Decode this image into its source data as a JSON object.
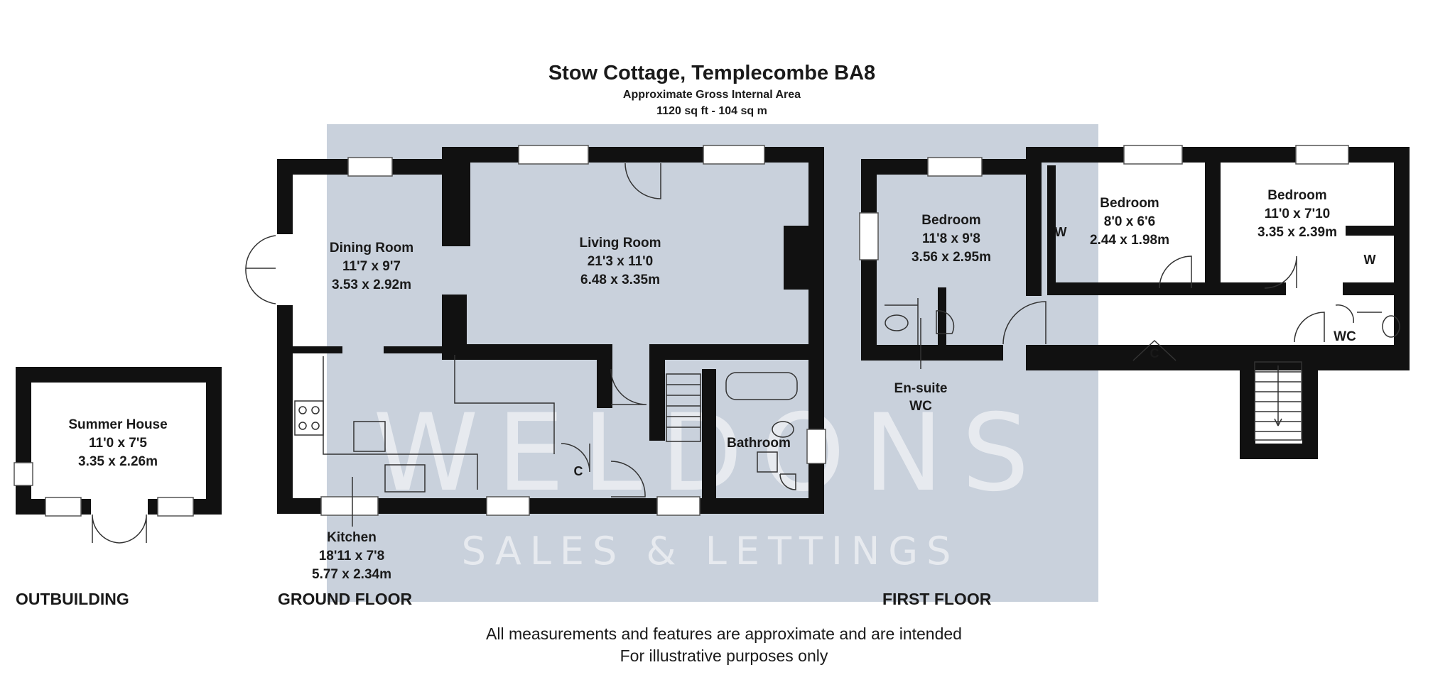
{
  "title": "Stow Cottage, Templecombe BA8",
  "subtitle": "Approximate Gross Internal Area",
  "area": "1120 sq ft - 104 sq m",
  "watermark": {
    "main": "WELDONS",
    "sub": "SALES & LETTINGS",
    "panel_color": "#c9d1dc"
  },
  "floors": {
    "outbuilding": "OUTBUILDING",
    "ground": "GROUND FLOOR",
    "first": "FIRST FLOOR"
  },
  "rooms": {
    "summer_house": {
      "name": "Summer House",
      "imperial": "11'0 x 7'5",
      "metric": "3.35 x 2.26m"
    },
    "dining_room": {
      "name": "Dining Room",
      "imperial": "11'7 x 9'7",
      "metric": "3.53 x 2.92m"
    },
    "living_room": {
      "name": "Living Room",
      "imperial": "21'3 x 11'0",
      "metric": "6.48 x 3.35m"
    },
    "kitchen": {
      "name": "Kitchen",
      "imperial": "18'11 x 7'8",
      "metric": "5.77 x 2.34m"
    },
    "bathroom": {
      "name": "Bathroom"
    },
    "bedroom_1": {
      "name": "Bedroom",
      "imperial": "11'8 x 9'8",
      "metric": "3.56 x 2.95m"
    },
    "bedroom_2": {
      "name": "Bedroom",
      "imperial": "8'0 x 6'6",
      "metric": "2.44 x 1.98m"
    },
    "bedroom_3": {
      "name": "Bedroom",
      "imperial": "11'0 x 7'10",
      "metric": "3.35 x 2.39m"
    },
    "ensuite": {
      "line1": "En-suite",
      "line2": "WC"
    },
    "wc": {
      "name": "WC"
    }
  },
  "markers": {
    "cupboard": "C",
    "wardrobe": "W"
  },
  "disclaimer": {
    "line1": "All measurements and features are approximate and are intended",
    "line2": "For illustrative purposes only"
  }
}
